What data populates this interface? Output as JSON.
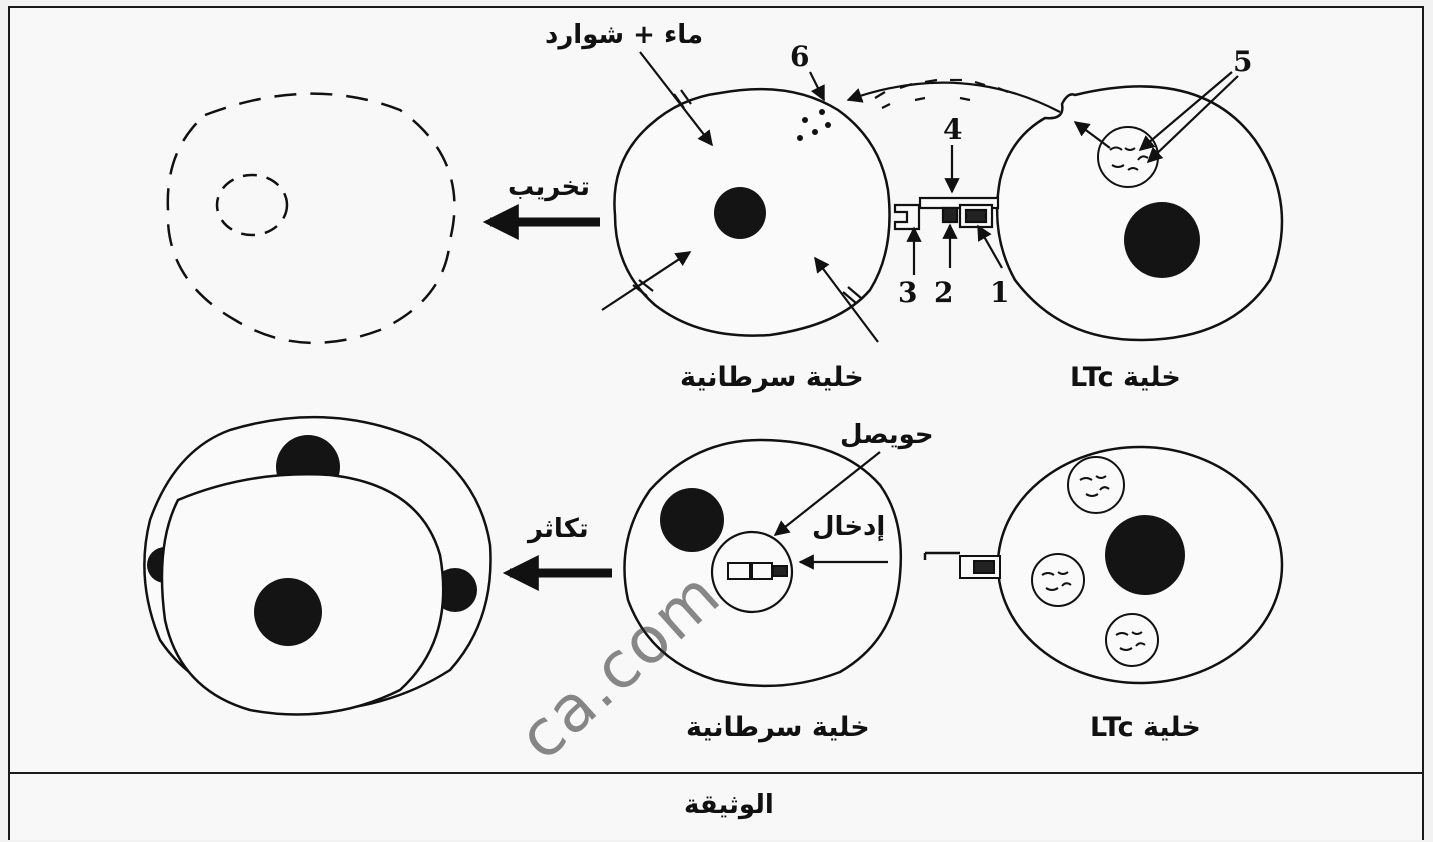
{
  "top_row": {
    "ltc_cell_caption": "خلية LTc",
    "cancer_cell_caption": "خلية سرطانية",
    "destruction_label": "تخريب",
    "water_ions_label": "ماء + شوارد",
    "numbers": {
      "n1": "1",
      "n2": "2",
      "n3": "3",
      "n4": "4",
      "n5": "5",
      "n6": "6"
    }
  },
  "bottom_row": {
    "ltc_cell_caption": "خلية LTc",
    "cancer_cell_caption": "خلية سرطانية",
    "vesicle_label": "حويصل",
    "insertion_label": "إدخال",
    "proliferation_label": "تكاثر"
  },
  "footer": {
    "document_label": "الوثيقة"
  },
  "watermark": "ca.com"
}
